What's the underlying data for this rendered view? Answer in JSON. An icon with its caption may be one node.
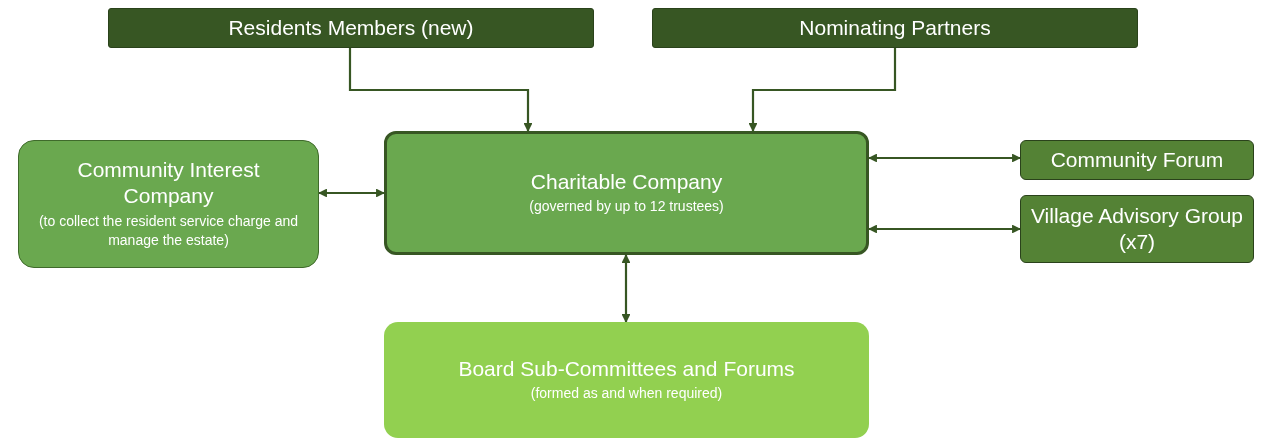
{
  "diagram": {
    "nodes": [
      {
        "text": [
          "Residents Members (new)"
        ]
      },
      {
        "text": [
          "Nominating Partners"
        ]
      },
      {
        "text": [
          "Community Interest Company",
          "(to collect the resident service charge and manage the estate)"
        ]
      },
      {
        "text": [
          "Charitable Company",
          "(governed by up to 12 trustees)"
        ]
      },
      {
        "text": [
          "Community Forum"
        ]
      },
      {
        "text": [
          "Village Advisory Group (x7)"
        ]
      },
      {
        "text": [
          "Board Sub-Committees and Forums",
          "(formed as and when required)"
        ]
      }
    ],
    "edges": [
      {
        "from": 0,
        "to": 3,
        "arrow": "to"
      },
      {
        "from": 1,
        "to": 3,
        "arrow": "to"
      },
      {
        "from": 2,
        "to": 3,
        "arrow": "both"
      },
      {
        "from": 3,
        "to": 4,
        "arrow": "both"
      },
      {
        "from": 3,
        "to": 5,
        "arrow": "both"
      },
      {
        "from": 3,
        "to": 6,
        "arrow": "both"
      }
    ]
  }
}
